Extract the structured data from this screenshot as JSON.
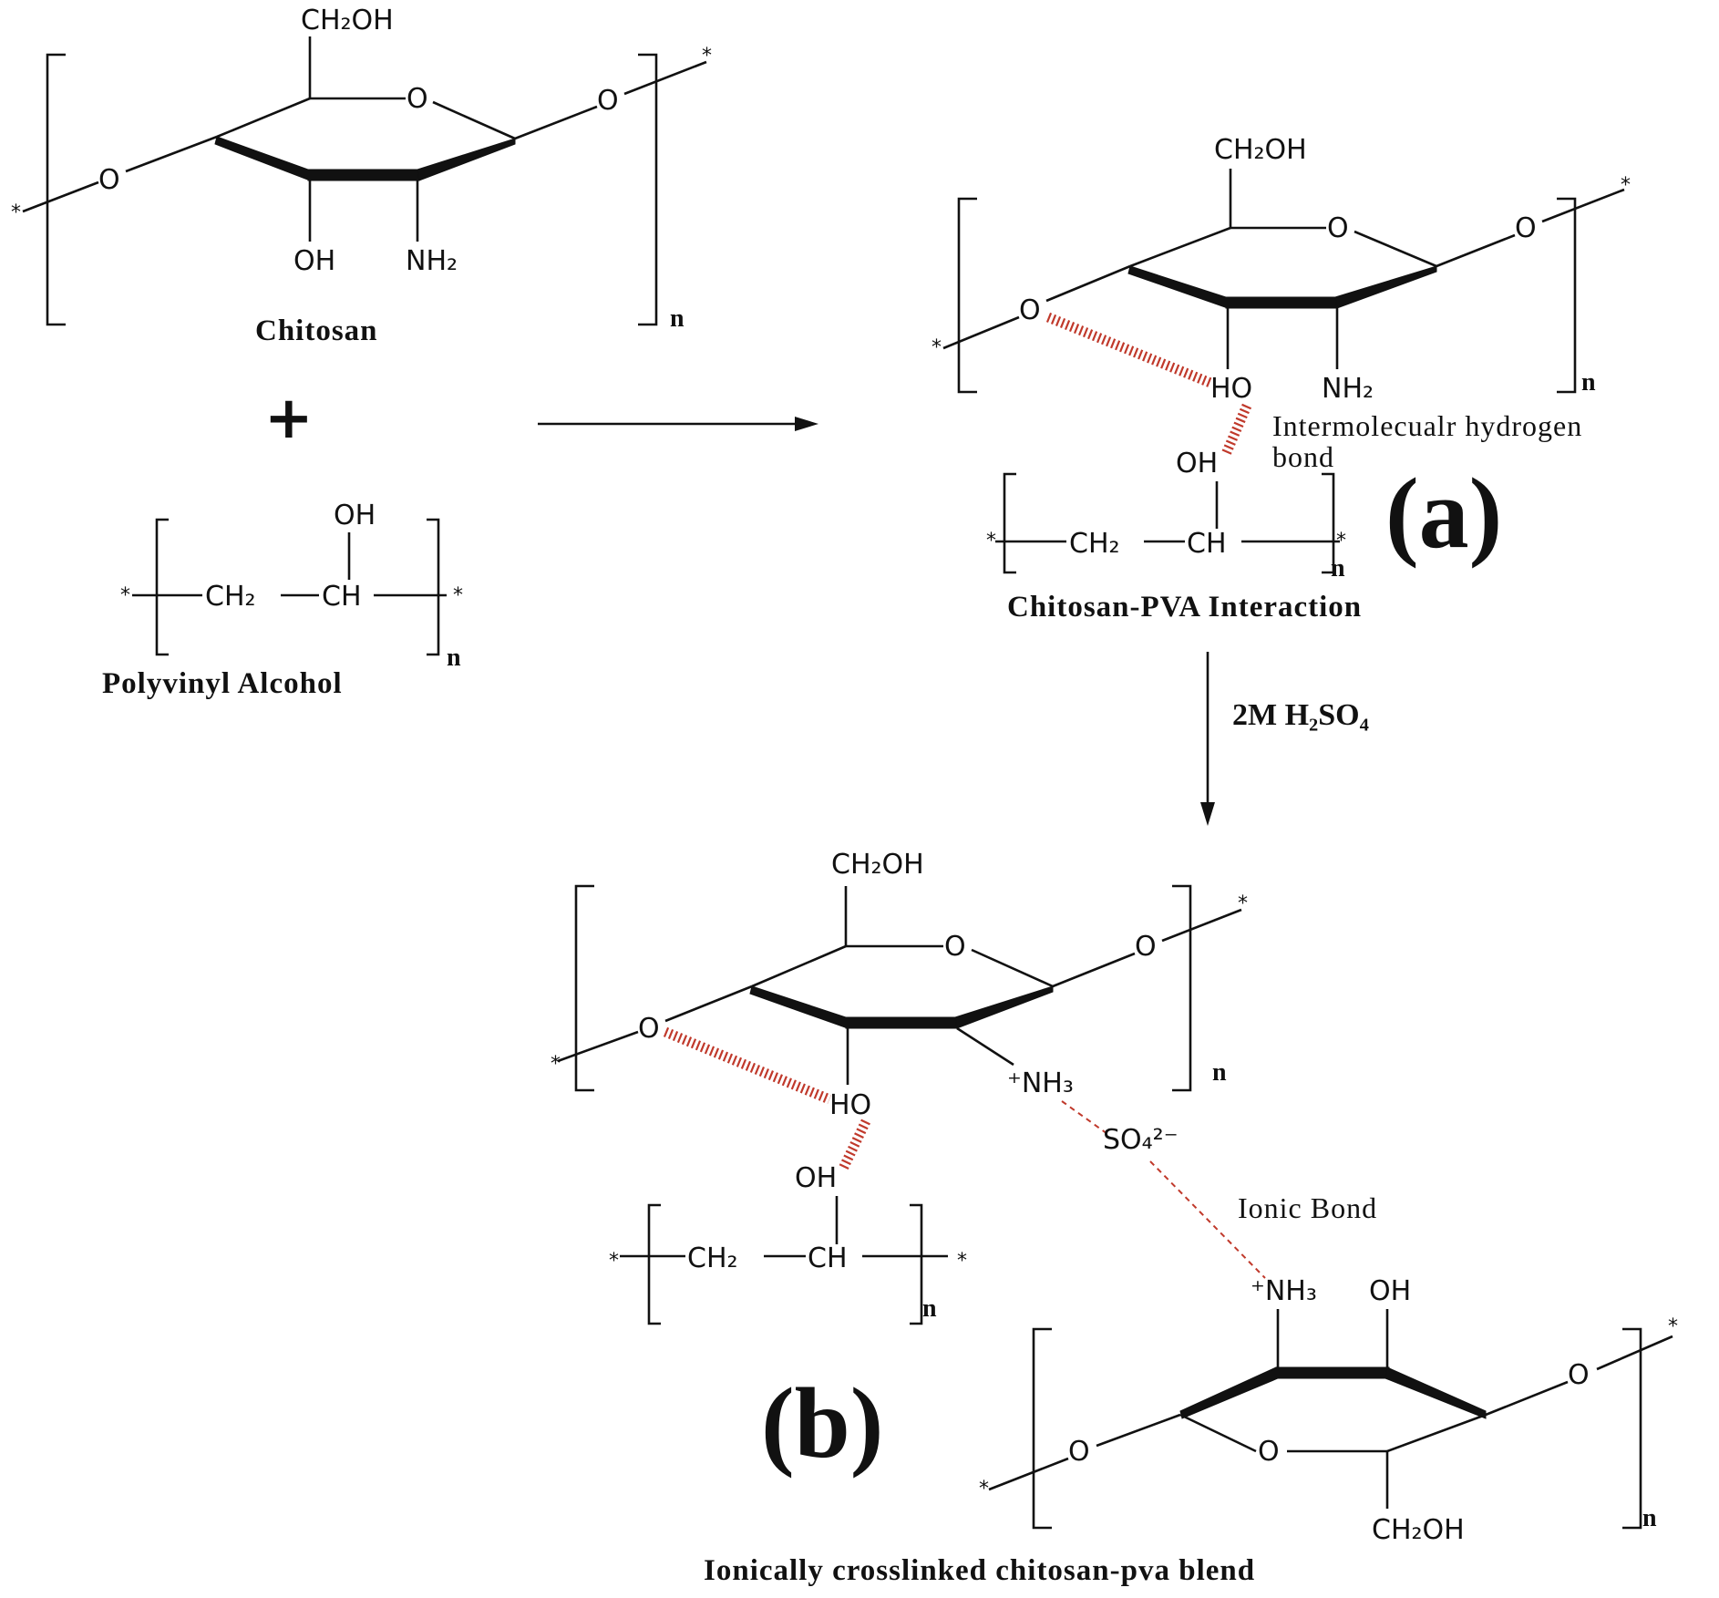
{
  "reactants": {
    "chitosan": {
      "caption": "Chitosan",
      "ch2oh": "CH₂OH",
      "ring_o": "O",
      "glyco_o_left": "O",
      "glyco_o_right": "O",
      "oh": "OH",
      "nh2": "NH₂",
      "n": "n",
      "star": "*"
    },
    "plus": "+",
    "pva": {
      "caption": "Polyvinyl Alcohol",
      "oh": "OH",
      "ch2": "CH₂",
      "ch": "CH",
      "n": "n",
      "star": "*"
    }
  },
  "product_a": {
    "label": "(a)",
    "caption": "Chitosan-PVA Interaction",
    "note": "Intermolecualr hydrogen bond",
    "note_line1": "Intermolecualr hydrogen",
    "note_line2": "bond",
    "ch2oh": "CH₂OH",
    "ring_o": "O",
    "o_left": "O",
    "o_right": "O",
    "ho": "HO",
    "nh2": "NH₂",
    "pva_oh": "OH",
    "pva_ch2": "CH₂",
    "pva_ch": "CH",
    "n": "n",
    "star": "*"
  },
  "condition": {
    "reagent": "2M H₂SO₄"
  },
  "product_b": {
    "label": "(b)",
    "caption": "Ionically crosslinked chitosan-pva blend",
    "ionic_note": "Ionic Bond",
    "ch2oh_top": "CH₂OH",
    "ch2oh_bottom": "CH₂OH",
    "ring_o": "O",
    "o_left": "O",
    "o_right": "O",
    "ho": "HO",
    "nh3_top": "⁺NH₃",
    "sulfate": "SO₄²⁻",
    "nh3_bottom": "⁺NH₃",
    "oh_bottom": "OH",
    "pva_oh": "OH",
    "pva_ch2": "CH₂",
    "pva_ch": "CH",
    "n": "n",
    "star": "*"
  },
  "colors": {
    "ink": "#111111",
    "interaction": "#c0392b",
    "background": "#ffffff"
  }
}
